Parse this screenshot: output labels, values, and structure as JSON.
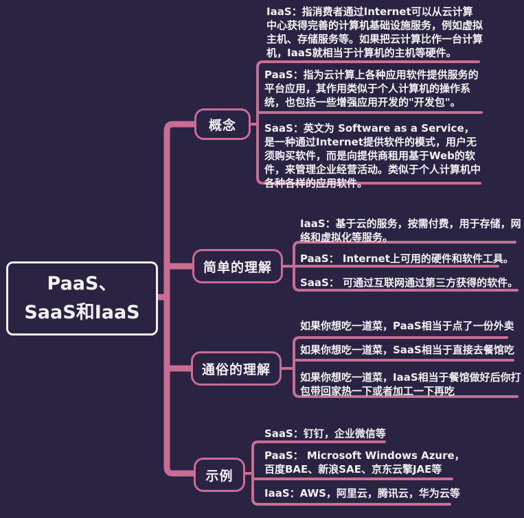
{
  "theme": {
    "background": "#2a2342",
    "accent_pink": "#c96d94",
    "text_color": "#f3f1f6",
    "root_border_color": "#f3f1f6"
  },
  "root": {
    "label": "PaaS、\nSaaS和IaaS"
  },
  "branches": [
    {
      "id": "concept",
      "label": "概念",
      "children": [
        {
          "text": "IaaS：指消费者通过Internet可以从云计算中心获得完善的计算机基础设施服务，例如虚拟主机、存储服务等。如果把云计算比作一台计算机，IaaS就相当于计算机的主机等硬件。"
        },
        {
          "text": "PaaS：指为云计算上各种应用软件提供服务的平台应用，其作用类似于个人计算机的操作系统，也包括一些增强应用开发的\"开发包\"。"
        },
        {
          "text": "SaaS：英文为 Software as a Service，是一种通过Internet提供软件的模式，用户无须购买软件，而是向提供商租用基于Web的软件，来管理企业经营活动。类似于个人计算机中各种各样的应用软件。"
        }
      ]
    },
    {
      "id": "simple",
      "label": "简单的理解",
      "children": [
        {
          "text": "IaaS：基于云的服务，按需付费，用于存储，网络和虚拟化等服务。"
        },
        {
          "text": "PaaS： Internet上可用的硬件和软件工具。"
        },
        {
          "text": "SaaS： 可通过互联网通过第三方获得的软件。"
        }
      ]
    },
    {
      "id": "colloquial",
      "label": "通俗的理解",
      "children": [
        {
          "text": "如果你想吃一道菜，PaaS相当于点了一份外卖"
        },
        {
          "text": "如果你想吃一道菜，SaaS相当于直接去餐馆吃"
        },
        {
          "text": "如果你想吃一道菜，IaaS相当于餐馆做好后你打包带回家热一下或者加工一下再吃"
        }
      ]
    },
    {
      "id": "examples",
      "label": "示例",
      "children": [
        {
          "text": "SaaS：钉钉，企业微信等"
        },
        {
          "text": "PaaS： Microsoft Windows Azure，百度BAE、新浪SAE、京东云擎JAE等"
        },
        {
          "text": "IaaS：AWS，阿里云，腾讯云，华为云等"
        }
      ]
    }
  ]
}
